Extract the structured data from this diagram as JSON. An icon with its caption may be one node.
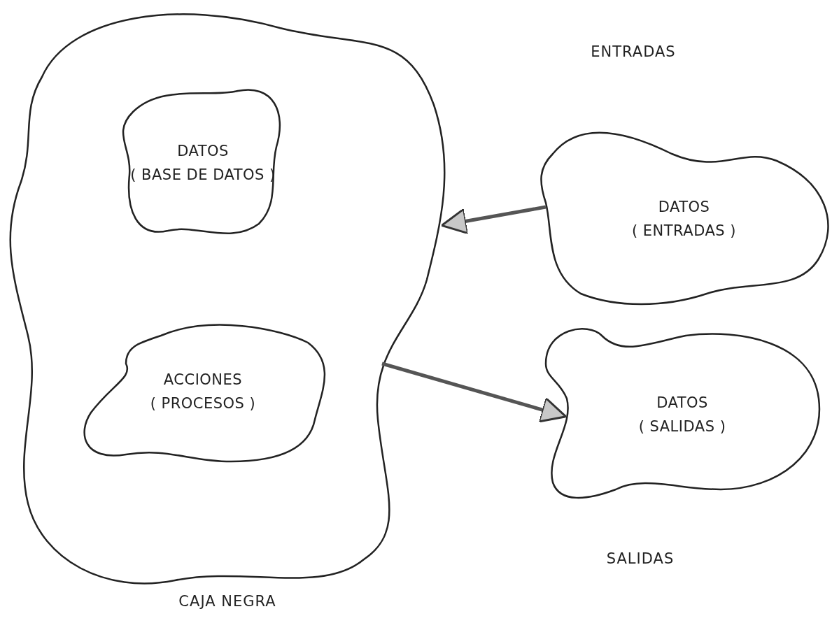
{
  "diagram": {
    "nodes": [
      {
        "text": [],
        "shape": "cloud"
      },
      {
        "text": [
          "DATOS",
          "( BASE DE DATOS )"
        ],
        "in": 0
      },
      {
        "text": [
          "ACCIONES",
          "( PROCESOS )"
        ],
        "in": 0
      },
      {
        "text": [
          "DATOS",
          "( ENTRADAS )"
        ]
      },
      {
        "text": [
          "DATOS",
          "( SALIDAS )"
        ]
      }
    ],
    "edges": [
      {
        "from": 3,
        "to": 0,
        "arrow": "to"
      },
      {
        "from": 0,
        "to": 4,
        "arrow": "to"
      }
    ],
    "labels": [
      "ENTRADAS",
      "SALIDAS",
      "CAJA NEGRA"
    ]
  }
}
